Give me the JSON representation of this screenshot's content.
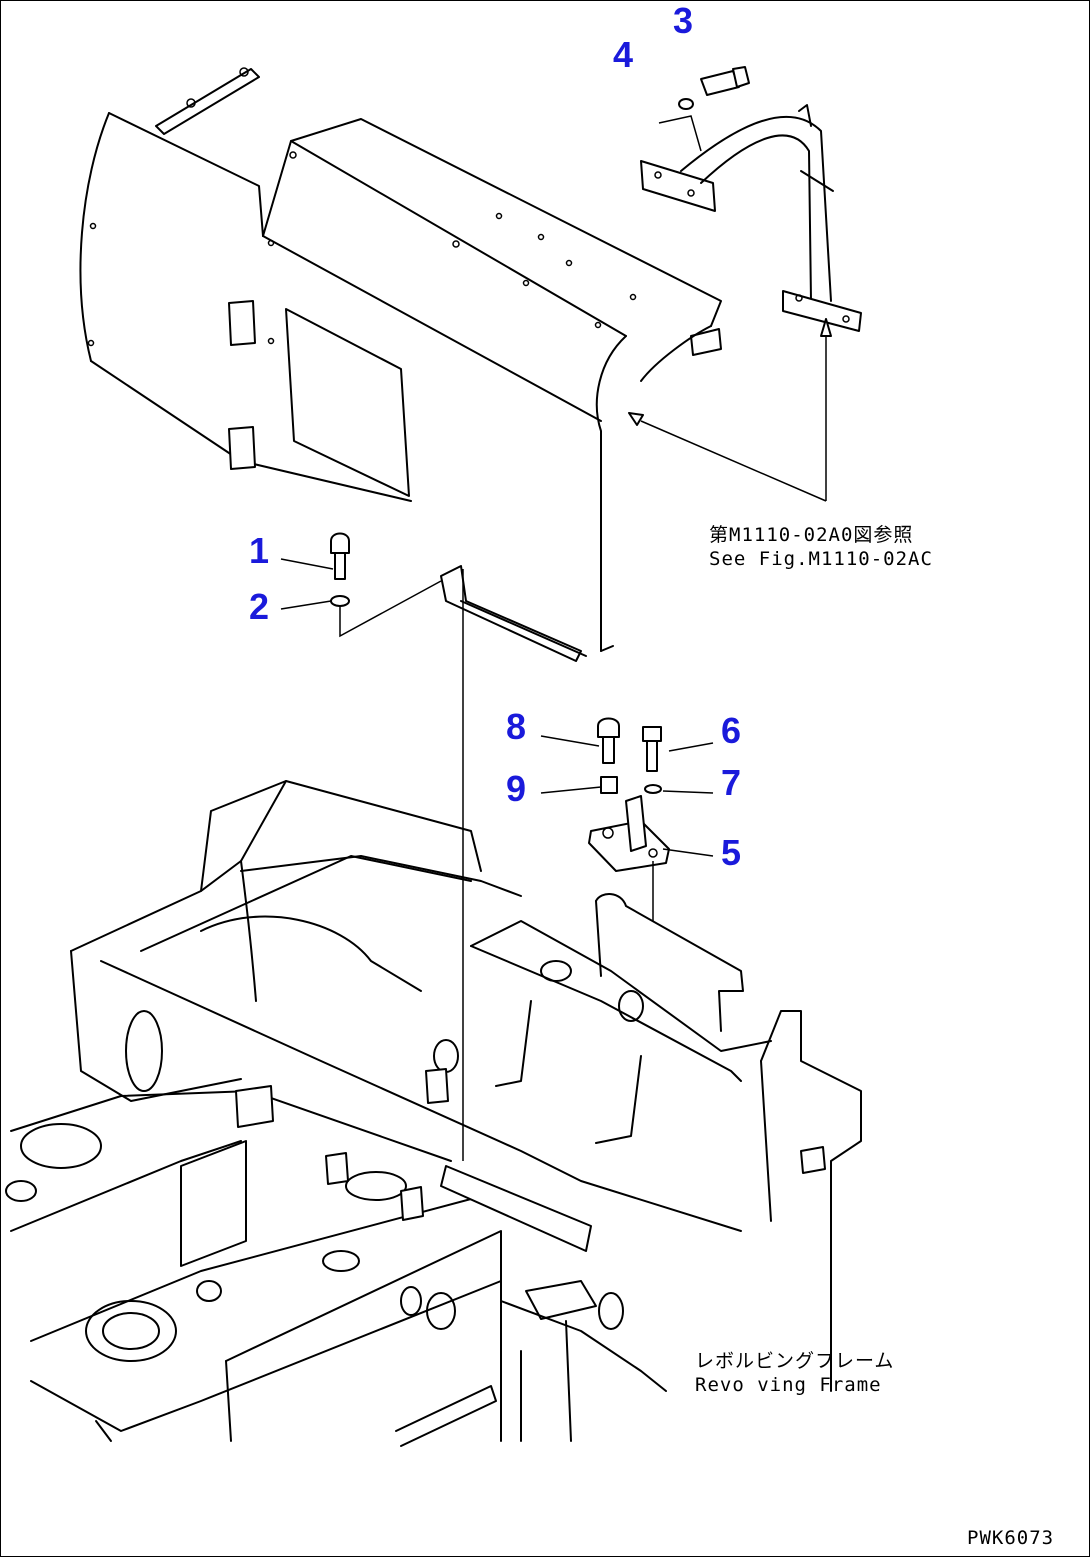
{
  "callouts": {
    "c1": "1",
    "c2": "2",
    "c3": "3",
    "c4": "4",
    "c5": "5",
    "c6": "6",
    "c7": "7",
    "c8": "8",
    "c9": "9"
  },
  "reference_note": {
    "line1": "第M1110-02A0図参照",
    "line2": "See Fig.M1110-02AC"
  },
  "frame_label": {
    "line1": "レボルビングフレーム",
    "line2": "Revo ving Frame"
  },
  "drawing_code": "PWK6073",
  "colors": {
    "callout": "#1a1adb",
    "line": "#000000",
    "background": "#ffffff"
  }
}
